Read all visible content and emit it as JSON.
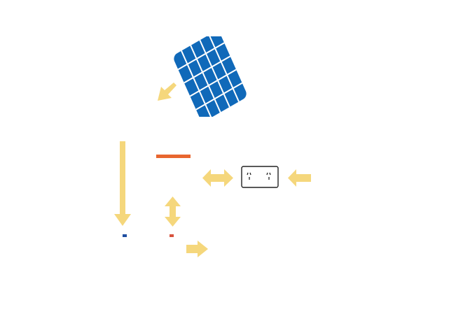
{
  "diagram": {
    "title": "",
    "colors": {
      "background": "#ffffff",
      "arrow": "#f5d77c",
      "solar_panel": "#1069b9",
      "panel_grid": "#ffffff",
      "orange_bar": "#e8662f",
      "outlet_border": "#222222",
      "outlet_fill": "#ffffff",
      "outlet_slots": "#222222",
      "blue_marker": "#1f4ea1",
      "red_marker": "#d8533d"
    },
    "elements": [
      {
        "id": "solar-panel",
        "icon": "solar-panel-icon",
        "grid_rows": 5,
        "grid_cols": 5
      },
      {
        "id": "arrow-from-panel",
        "icon": "arrow-down-left-icon"
      },
      {
        "id": "long-arrow-down",
        "icon": "arrow-down-icon"
      },
      {
        "id": "orange-bar",
        "icon": "orange-bar"
      },
      {
        "id": "bidirectional-arrow-horizontal",
        "icon": "arrow-left-right-icon"
      },
      {
        "id": "wall-outlet",
        "icon": "power-outlet-icon"
      },
      {
        "id": "arrow-into-outlet",
        "icon": "arrow-left-icon"
      },
      {
        "id": "bidirectional-arrow-vertical",
        "icon": "arrow-up-down-icon"
      },
      {
        "id": "blue-marker",
        "icon": "blue-square-marker"
      },
      {
        "id": "red-marker",
        "icon": "red-square-marker"
      },
      {
        "id": "arrow-right",
        "icon": "arrow-right-icon"
      }
    ]
  }
}
